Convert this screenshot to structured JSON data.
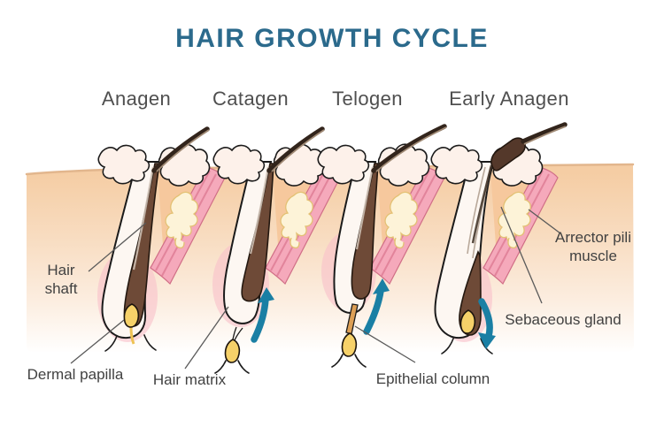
{
  "title": "HAIR GROWTH CYCLE",
  "stages": [
    {
      "label": "Anagen"
    },
    {
      "label": "Catagen"
    },
    {
      "label": "Telogen"
    },
    {
      "label": "Early Anagen"
    }
  ],
  "annotations": {
    "hair_shaft": "Hair shaft",
    "dermal_papilla": "Dermal papilla",
    "hair_matrix": "Hair matrix",
    "epithelial_column": "Epithelial column",
    "sebaceous_gland": "Sebaceous gland",
    "arrector_pili": "Arrector pili muscle"
  },
  "colors": {
    "title": "#2b6a8c",
    "stage_label": "#4f4f4f",
    "annotation": "#414141",
    "arrow": "#1a7fa4",
    "skin_top": "#f5cda4",
    "hair": "#6e4a37",
    "papilla": "#f6d169",
    "muscle": "#f5a9bb",
    "gland": "#fdf3d8"
  }
}
